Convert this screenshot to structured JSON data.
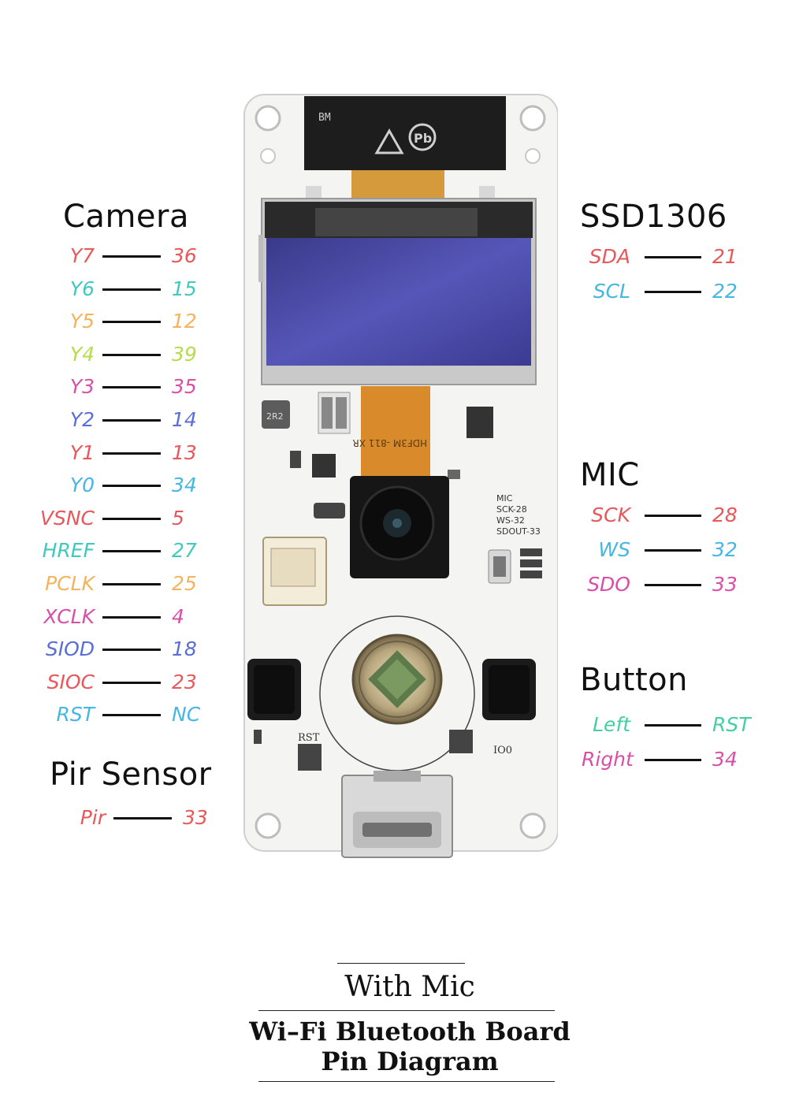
{
  "colors": {
    "red": "#e8585a",
    "teal": "#3fc9c0",
    "orange": "#f5b35c",
    "lime": "#b6dc4a",
    "magenta": "#d94fa6",
    "blue": "#5a6fd6",
    "cyan": "#46b6e3",
    "green": "#44cfa3"
  },
  "camera": {
    "title": "Camera",
    "pins": [
      {
        "name": "Y7",
        "num": "36",
        "color": "#e8585a"
      },
      {
        "name": "Y6",
        "num": "15",
        "color": "#3fc9c0"
      },
      {
        "name": "Y5",
        "num": "12",
        "color": "#f5b35c"
      },
      {
        "name": "Y4",
        "num": "39",
        "color": "#b6dc4a"
      },
      {
        "name": "Y3",
        "num": "35",
        "color": "#d94fa6"
      },
      {
        "name": "Y2",
        "num": "14",
        "color": "#5a6fd6"
      },
      {
        "name": "Y1",
        "num": "13",
        "color": "#e8585a"
      },
      {
        "name": "Y0",
        "num": "34",
        "color": "#46b6e3"
      },
      {
        "name": "VSNC",
        "num": "5",
        "color": "#e8585a"
      },
      {
        "name": "HREF",
        "num": "27",
        "color": "#3fc9c0"
      },
      {
        "name": "PCLK",
        "num": "25",
        "color": "#f5b35c"
      },
      {
        "name": "XCLK",
        "num": "4",
        "color": "#d94fa6"
      },
      {
        "name": "SIOD",
        "num": "18",
        "color": "#5a6fd6"
      },
      {
        "name": "SIOC",
        "num": "23",
        "color": "#e8585a"
      },
      {
        "name": "RST",
        "num": "NC",
        "color": "#46b6e3"
      }
    ]
  },
  "pir": {
    "title": "Pir Sensor",
    "pins": [
      {
        "name": "Pir",
        "num": "33",
        "color": "#e8585a"
      }
    ]
  },
  "ssd1306": {
    "title": "SSD1306",
    "pins": [
      {
        "name": "SDA",
        "num": "21",
        "color": "#e8585a"
      },
      {
        "name": "SCL",
        "num": "22",
        "color": "#46b6e3"
      }
    ]
  },
  "mic": {
    "title": "MIC",
    "pins": [
      {
        "name": "SCK",
        "num": "28",
        "color": "#e8585a"
      },
      {
        "name": "WS",
        "num": "32",
        "color": "#46b6e3"
      },
      {
        "name": "SDO",
        "num": "33",
        "color": "#d94fa6"
      }
    ]
  },
  "button": {
    "title": "Button",
    "pins": [
      {
        "name": "Left",
        "num": "RST",
        "color": "#44cfa3"
      },
      {
        "name": "Right",
        "num": "34",
        "color": "#d94fa6"
      }
    ]
  },
  "board": {
    "oled_flex_label": "BM",
    "camera_cable_label": "HDF3M -811 XR",
    "inductor_label": "2R2",
    "silkscreen_mic": "MIC",
    "silkscreen_sck": "SCK-28",
    "silkscreen_ws": "WS-32",
    "silkscreen_sdout": "SDOUT-33",
    "silkscreen_rst": "RST",
    "silkscreen_io0": "IO0"
  },
  "footer": {
    "subtitle": "With Mic",
    "title_line1": "Wi–Fi Bluetooth Board",
    "title_line2": "Pin Diagram"
  }
}
